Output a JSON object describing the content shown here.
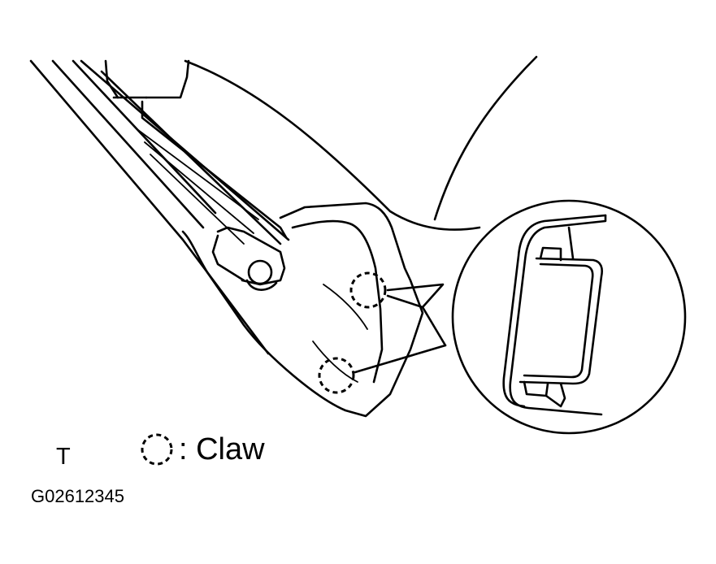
{
  "diagram": {
    "view_mark": "T",
    "legend": {
      "symbol_icon": "dashed-circle-icon",
      "text": ": Claw"
    },
    "figure_code": "G02612345",
    "colors": {
      "ink": "#000000",
      "background": "#ffffff"
    }
  }
}
